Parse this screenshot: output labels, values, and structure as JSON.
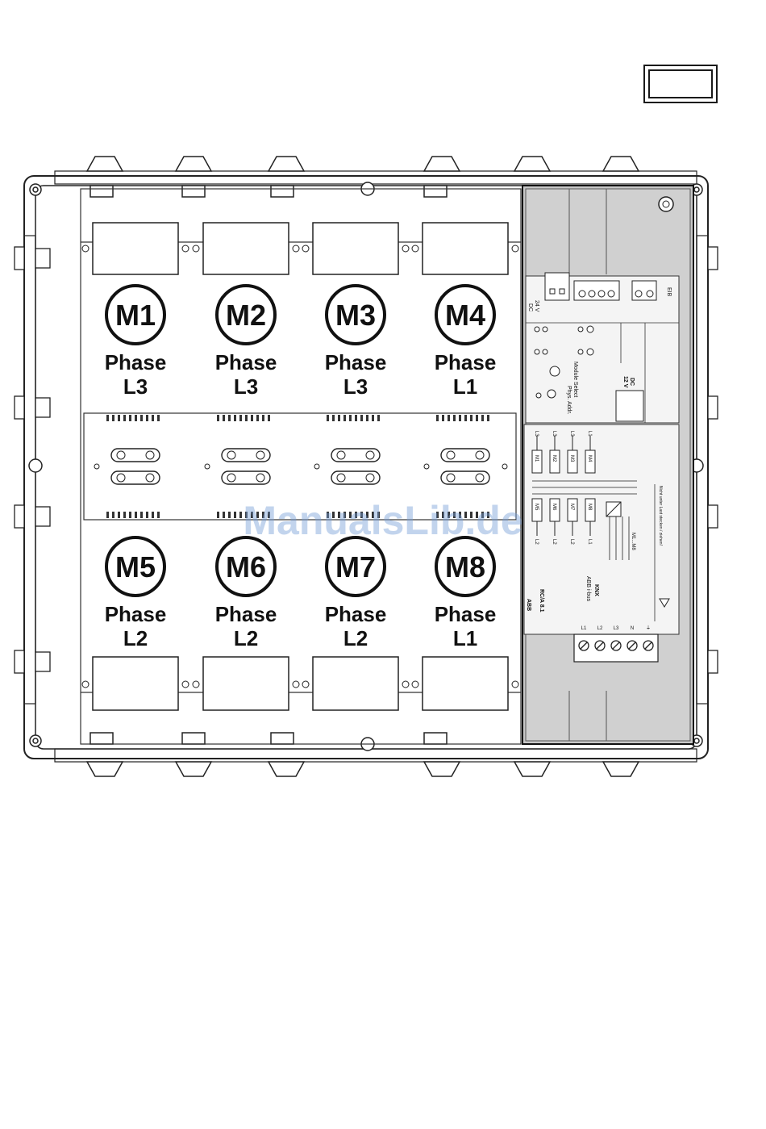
{
  "modules": [
    {
      "id": "M1",
      "phase_word": "Phase",
      "phase": "L3"
    },
    {
      "id": "M2",
      "phase_word": "Phase",
      "phase": "L3"
    },
    {
      "id": "M3",
      "phase_word": "Phase",
      "phase": "L3"
    },
    {
      "id": "M4",
      "phase_word": "Phase",
      "phase": "L1"
    },
    {
      "id": "M5",
      "phase_word": "Phase",
      "phase": "L2"
    },
    {
      "id": "M6",
      "phase_word": "Phase",
      "phase": "L2"
    },
    {
      "id": "M7",
      "phase_word": "Phase",
      "phase": "L2"
    },
    {
      "id": "M8",
      "phase_word": "Phase",
      "phase": "L1"
    }
  ],
  "device": {
    "supply_24v": "24 V",
    "supply_dc": "DC",
    "eib": "EIB",
    "supply_12v": "12 V",
    "supply_12v_dc": "DC",
    "phys_addr": "Phys. Addr.",
    "module_select": "Module Select",
    "model": "RC/A 8.1",
    "brand": "ABB",
    "bus_name": "ABB i-bus",
    "knx": "KNX",
    "m_range": "M1...M8",
    "warning": "Nicht unter Last stecken / ziehen!",
    "term_labels": [
      "L1",
      "L2",
      "L3",
      "N",
      "⏚"
    ],
    "schema_top": [
      "M1",
      "M2",
      "M3",
      "M4"
    ],
    "schema_bottom": [
      "M5",
      "M6",
      "M7",
      "M8"
    ],
    "schema_top_phases": [
      "L3",
      "L3",
      "L3",
      "L1"
    ],
    "schema_bottom_phases": [
      "L2",
      "L2",
      "L2",
      "L1"
    ]
  },
  "watermark": "ManualsLib.de"
}
